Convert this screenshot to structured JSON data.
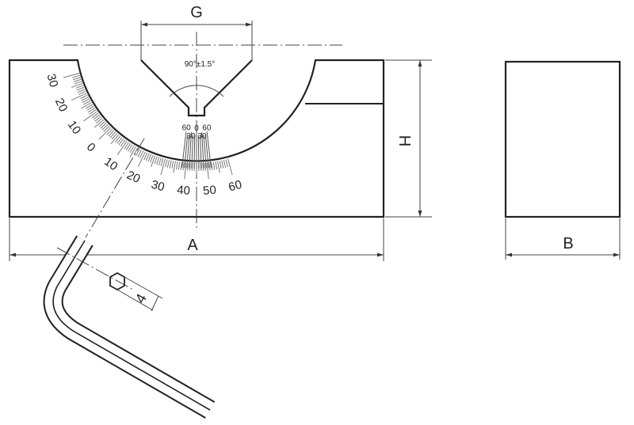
{
  "dimensions": {
    "G": "G",
    "H": "H",
    "A": "A",
    "B": "B",
    "key_size": "4"
  },
  "angle_annotation": "90°±1.5°",
  "main_scale": {
    "labels": [
      "30",
      "20",
      "10",
      "0",
      "10",
      "20",
      "30",
      "40",
      "50",
      "60"
    ],
    "values": [
      -30,
      -20,
      -10,
      0,
      10,
      20,
      30,
      40,
      50,
      60
    ],
    "range": [
      -30,
      60
    ]
  },
  "vernier": {
    "labels": [
      "60",
      "30",
      "0",
      "30",
      "60"
    ],
    "values": [
      -60,
      -30,
      0,
      30,
      60
    ]
  }
}
